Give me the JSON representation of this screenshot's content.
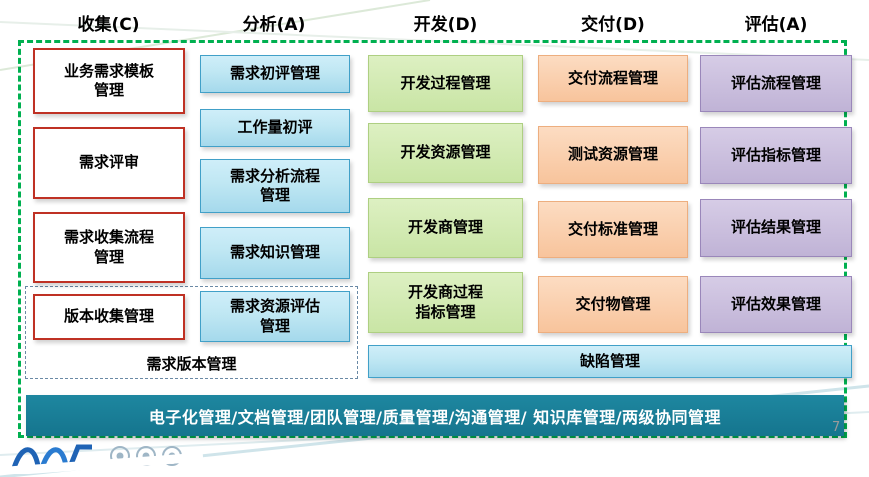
{
  "columns": [
    {
      "header": "收集(C)",
      "boxes": [
        "业务需求模板\n管理",
        "需求评审",
        "需求收集流程\n管理",
        "版本收集管理"
      ]
    },
    {
      "header": "分析(A)",
      "boxes": [
        "需求初评管理",
        "工作量初评",
        "需求分析流程\n管理",
        "需求知识管理",
        "需求资源评估\n管理"
      ]
    },
    {
      "header": "开发(D)",
      "boxes": [
        "开发过程管理",
        "开发资源管理",
        "开发商管理",
        "开发商过程\n指标管理"
      ]
    },
    {
      "header": "交付(D)",
      "boxes": [
        "交付流程管理",
        "测试资源管理",
        "交付标准管理",
        "交付物管理"
      ]
    },
    {
      "header": "评估(A)",
      "boxes": [
        "评估流程管理",
        "评估指标管理",
        "评估结果管理",
        "评估效果管理"
      ]
    }
  ],
  "group_label": "需求版本管理",
  "defect_bar": "缺陷管理",
  "bottom_bar": "电子化管理/文档管理/团队管理/质量管理/沟通管理/ 知识库管理/两级协同管理",
  "page_number": "7",
  "colors": {
    "frame": "#00b050",
    "collect_border": "#bf3124",
    "analysis_fill": "#a5d9ec",
    "develop_fill": "#c9e5a5",
    "deliver_fill": "#f8c49c",
    "evaluate_fill": "#c0b3d6",
    "footer_fill": "#15758e"
  }
}
